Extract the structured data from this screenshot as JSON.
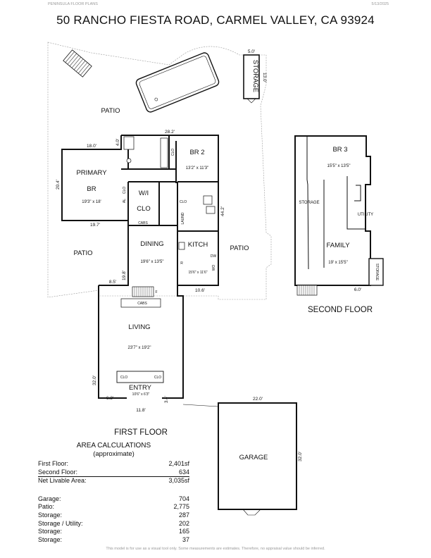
{
  "header": {
    "company": "PENINSULA FLOOR PLANS",
    "date": "5/13/2025"
  },
  "title": "50 RANCHO FIESTA ROAD, CARMEL VALLEY, CA 93924",
  "first_floor": {
    "label": "FIRST FLOOR",
    "rooms": {
      "patio_top": "PATIO",
      "patio_left": "PATIO",
      "patio_right": "PATIO",
      "storage": "STORAGE",
      "br2": "BR 2",
      "br2_size": "13'2\" x 11'3\"",
      "primary": "PRIMARY",
      "primary_br": "BR",
      "primary_size": "19'3\" x 18'",
      "wi": "W/I",
      "clo": "CLO",
      "dining": "DINING",
      "dining_size": "19'6\" x 13'5\"",
      "kitch": "KITCH",
      "kitch_size": "15'6\" x 11'6\"",
      "laund": "LAUND",
      "living": "LIVING",
      "living_size": "23'7\" x 19'2\"",
      "entry": "ENTRY",
      "entry_size": "10'6\" x 6'3\"",
      "garage": "GARAGE",
      "cabs1": "CABS",
      "cabs2": "CABS",
      "clo_br2": "CLO",
      "clo_laund": "CLO",
      "clo_entry_l": "CLO",
      "clo_entry_r": "CLO",
      "al": "AL",
      "clo_primary": "CLO",
      "f_mark": "F",
      "dw": "DW",
      "wo": "WO",
      "r_mark": "R"
    },
    "dims": {
      "storage_w": "5.0'",
      "storage_h": "13.0'",
      "d_28_2": "28.2'",
      "d_18_0": "18.0'",
      "d_4_0": "4.0'",
      "d_20_4": "20.4'",
      "d_19_7": "19.7'",
      "d_44_2": "44.2'",
      "d_8_5": "8.5'",
      "d_19_8": "19.8'",
      "d_10_6": "10.6'",
      "d_32_0": "32.0'",
      "d_6_3": "6.3'",
      "d_3_4": "3.4'",
      "d_11_8": "11.8'",
      "garage_w": "22.0'",
      "garage_h": "32.0'"
    }
  },
  "second_floor": {
    "label": "SECOND FLOOR",
    "rooms": {
      "br3": "BR 3",
      "br3_size": "15'5\" x 13'5\"",
      "storage": "STORAGE",
      "utility": "UTILITY",
      "family": "FAMILY",
      "family_size": "19' x 15'5\"",
      "storage_small": "STORAGE"
    },
    "dims": {
      "d_6_0": "6.0'"
    }
  },
  "area_calculations": {
    "title": "AREA CALCULATIONS",
    "subtitle": "(approximate)",
    "rows": [
      {
        "label": "First Floor:",
        "value": "2,401sf"
      },
      {
        "label": "Second Floor:",
        "value": "634"
      },
      {
        "label": "Net Livable Area:",
        "value": "3,035sf"
      }
    ],
    "extras": [
      {
        "label": "Garage:",
        "value": "704"
      },
      {
        "label": "Patio:",
        "value": "2,775"
      },
      {
        "label": "Storage:",
        "value": "287"
      },
      {
        "label": "Storage / Utility:",
        "value": "202"
      },
      {
        "label": "Storage:",
        "value": "165"
      },
      {
        "label": "Storage:",
        "value": "37"
      }
    ]
  },
  "footer": "This model is for use as a visual tool only. Some measurements are estimates. Therefore, no appraisal value should be inferred."
}
